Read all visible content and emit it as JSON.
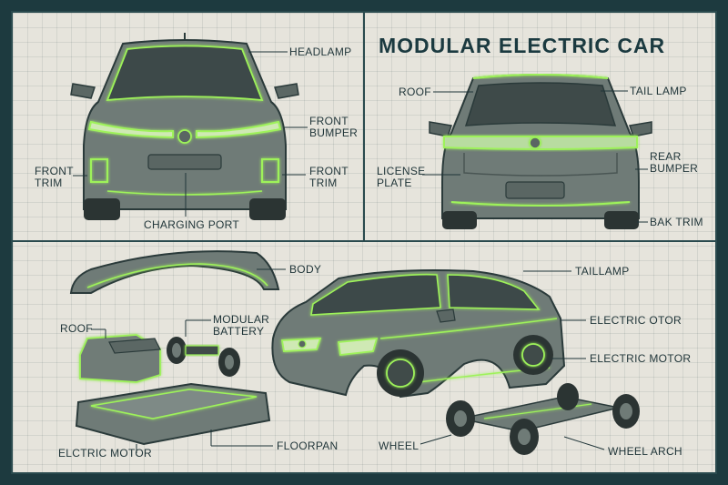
{
  "title": "MODULAR ELECTRIC CAR",
  "front_view": {
    "labels": {
      "headlamp": "HEADLAMP",
      "front_bumper": "FRONT BUMPER",
      "front_trim_left": "FRONT TRIM",
      "front_trim_right": "FRONT TRIM",
      "charging_port": "CHARGING PORT"
    }
  },
  "rear_view": {
    "labels": {
      "roof": "ROOF",
      "tail_lamp": "TAIL LAMP",
      "license_plate": "LICENSE PLATE",
      "rear_bumper": "REAR BUMPER",
      "bak_trim": "BAK TRIM"
    }
  },
  "exploded_view": {
    "labels": {
      "body": "BODY",
      "roof": "ROOF",
      "modular_battery": "MODULAR BATTERY",
      "taillamp": "TAILLAMP",
      "electric_otor": "ELECTRIC OTOR",
      "electric_motor": "ELECTRIC MOTOR",
      "elctric_motor": "ELCTRIC MOTOR",
      "floorpan": "FLOORPAN",
      "wheel": "WHEEL",
      "wheel_arch": "WHEEL ARCH"
    }
  },
  "colors": {
    "background": "#1d3a3f",
    "paper": "#e6e4dc",
    "car_body": "#6f7b77",
    "accent_glow": "#9ef25a",
    "ink": "#1f3438"
  }
}
